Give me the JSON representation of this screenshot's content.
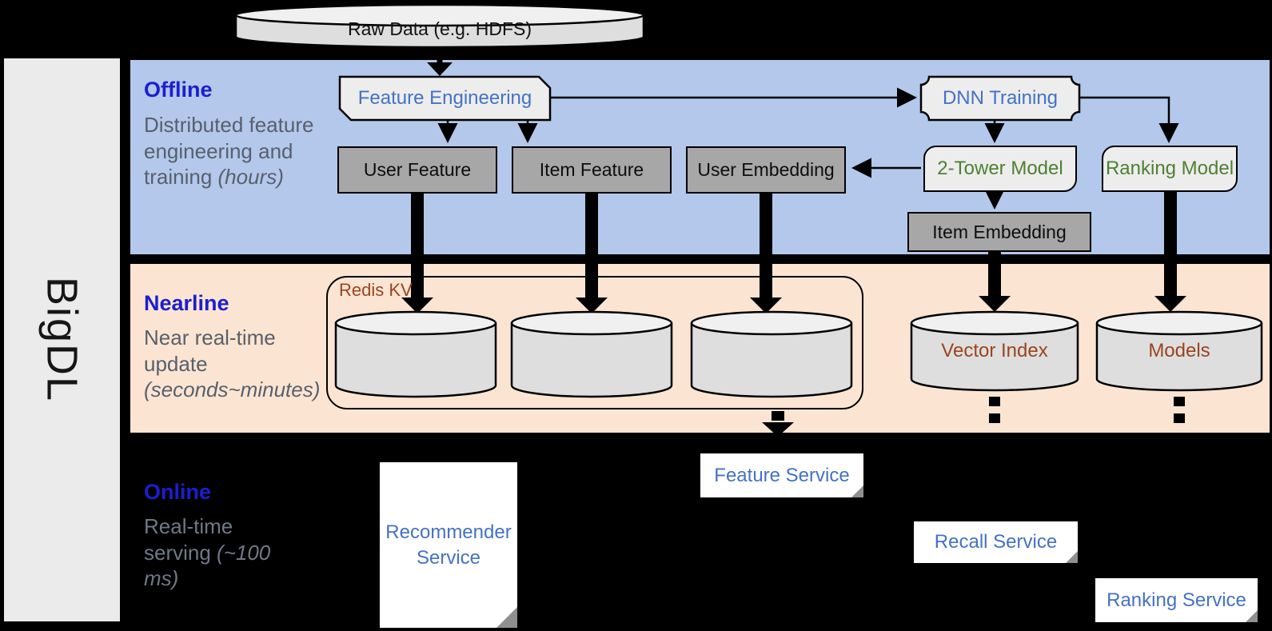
{
  "brand": {
    "label": "BigDL"
  },
  "raw_data": {
    "label": "Raw Data (e.g. HDFS)"
  },
  "sections": {
    "offline": {
      "title": "Offline",
      "desc": "Distributed feature engineering and training ",
      "desc_italic": "(hours)"
    },
    "nearline": {
      "title": "Nearline",
      "desc": "Near real-time update ",
      "desc_italic": "(seconds~minutes)"
    },
    "online": {
      "title": "Online",
      "desc": "Real-time serving ",
      "desc_italic": "(~100 ms)"
    }
  },
  "offline_nodes": {
    "feature_engineering": "Feature Engineering",
    "dnn_training": "DNN Training",
    "user_feature": "User Feature",
    "item_feature": "Item Feature",
    "user_embedding": "User Embedding",
    "two_tower_model": "2-Tower Model",
    "ranking_model": "Ranking Model",
    "item_embedding": "Item Embedding"
  },
  "nearline_nodes": {
    "redis_kv": "Redis KV",
    "vector_index": "Vector Index",
    "models": "Models"
  },
  "online_nodes": {
    "recommender_service": "Recommender Service",
    "feature_service": "Feature Service",
    "recall_service": "Recall Service",
    "ranking_service": "Ranking Service"
  },
  "colors": {
    "heading_blue": "#1C1ECF",
    "body_gray": "#57606C",
    "body_gray_online": "#6F7987",
    "node_blue": "#4472C4",
    "node_green": "#4E8031",
    "node_brown": "#9A4420",
    "band_blue": "#B3C8EA",
    "band_peach": "#FBE5D2",
    "gray_node": "#A7A7A7",
    "light_node": "#EDEDED"
  }
}
